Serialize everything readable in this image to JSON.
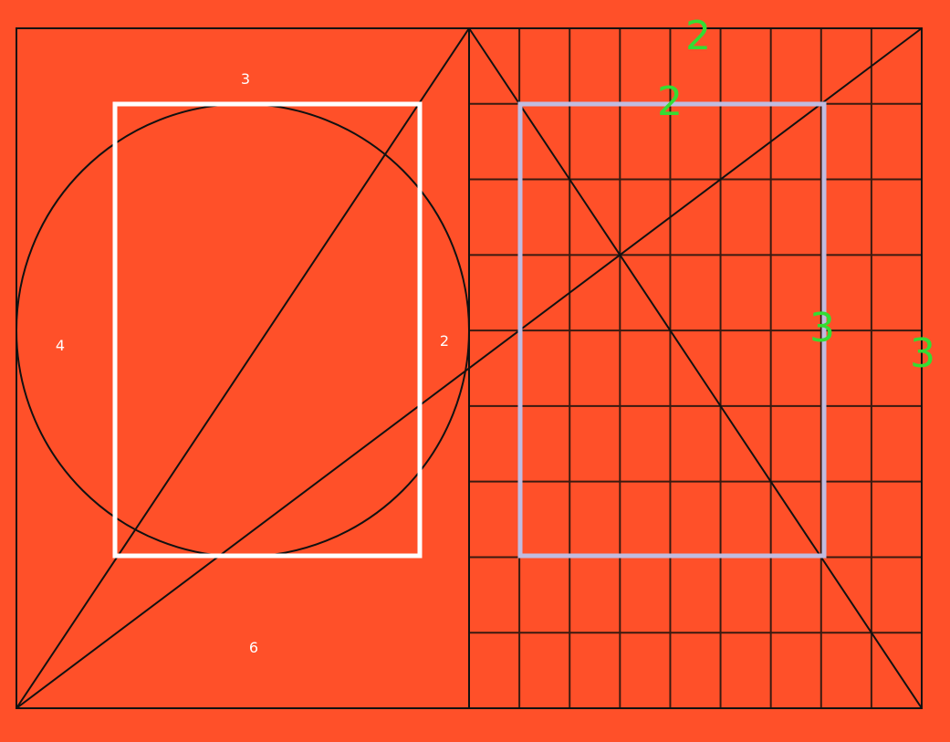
{
  "colors": {
    "background": "#ff5029",
    "lines": "#111111",
    "left_text_block": "#ffffff",
    "right_text_block": "#c0bce0",
    "green_labels": "#33dd33"
  },
  "left_page": {
    "labels": {
      "top_margin": "3",
      "inner_margin": "2",
      "outer_margin": "4",
      "bottom_margin": "6"
    }
  },
  "right_page": {
    "grid_columns": 9,
    "grid_rows": 9,
    "labels": {
      "top_outer": "2",
      "top_inner": "2",
      "side_inner": "3",
      "side_outer": "3"
    }
  }
}
